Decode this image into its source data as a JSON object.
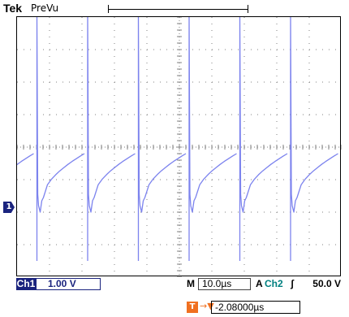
{
  "header": {
    "brand": "Tek",
    "mode": "PreVu"
  },
  "markers": {
    "trigger_top": "T",
    "channel1": "1"
  },
  "status": {
    "ch1_label": "Ch1",
    "ch1_scale": "1.00 V",
    "m_label": "M",
    "timebase": "10.0µs",
    "a_label": "A",
    "trigger_source": "Ch2",
    "trigger_slope": "ʃ",
    "trigger_level": "50.0 V"
  },
  "trigger_position": {
    "icon": "T",
    "arrow": "→▼",
    "value": "-2.08000µs"
  },
  "colors": {
    "trace": "#7c83ee",
    "grid": "#808080",
    "trigger": "#f07020",
    "ch1": "#1a237e",
    "ch2": "#008080"
  }
}
